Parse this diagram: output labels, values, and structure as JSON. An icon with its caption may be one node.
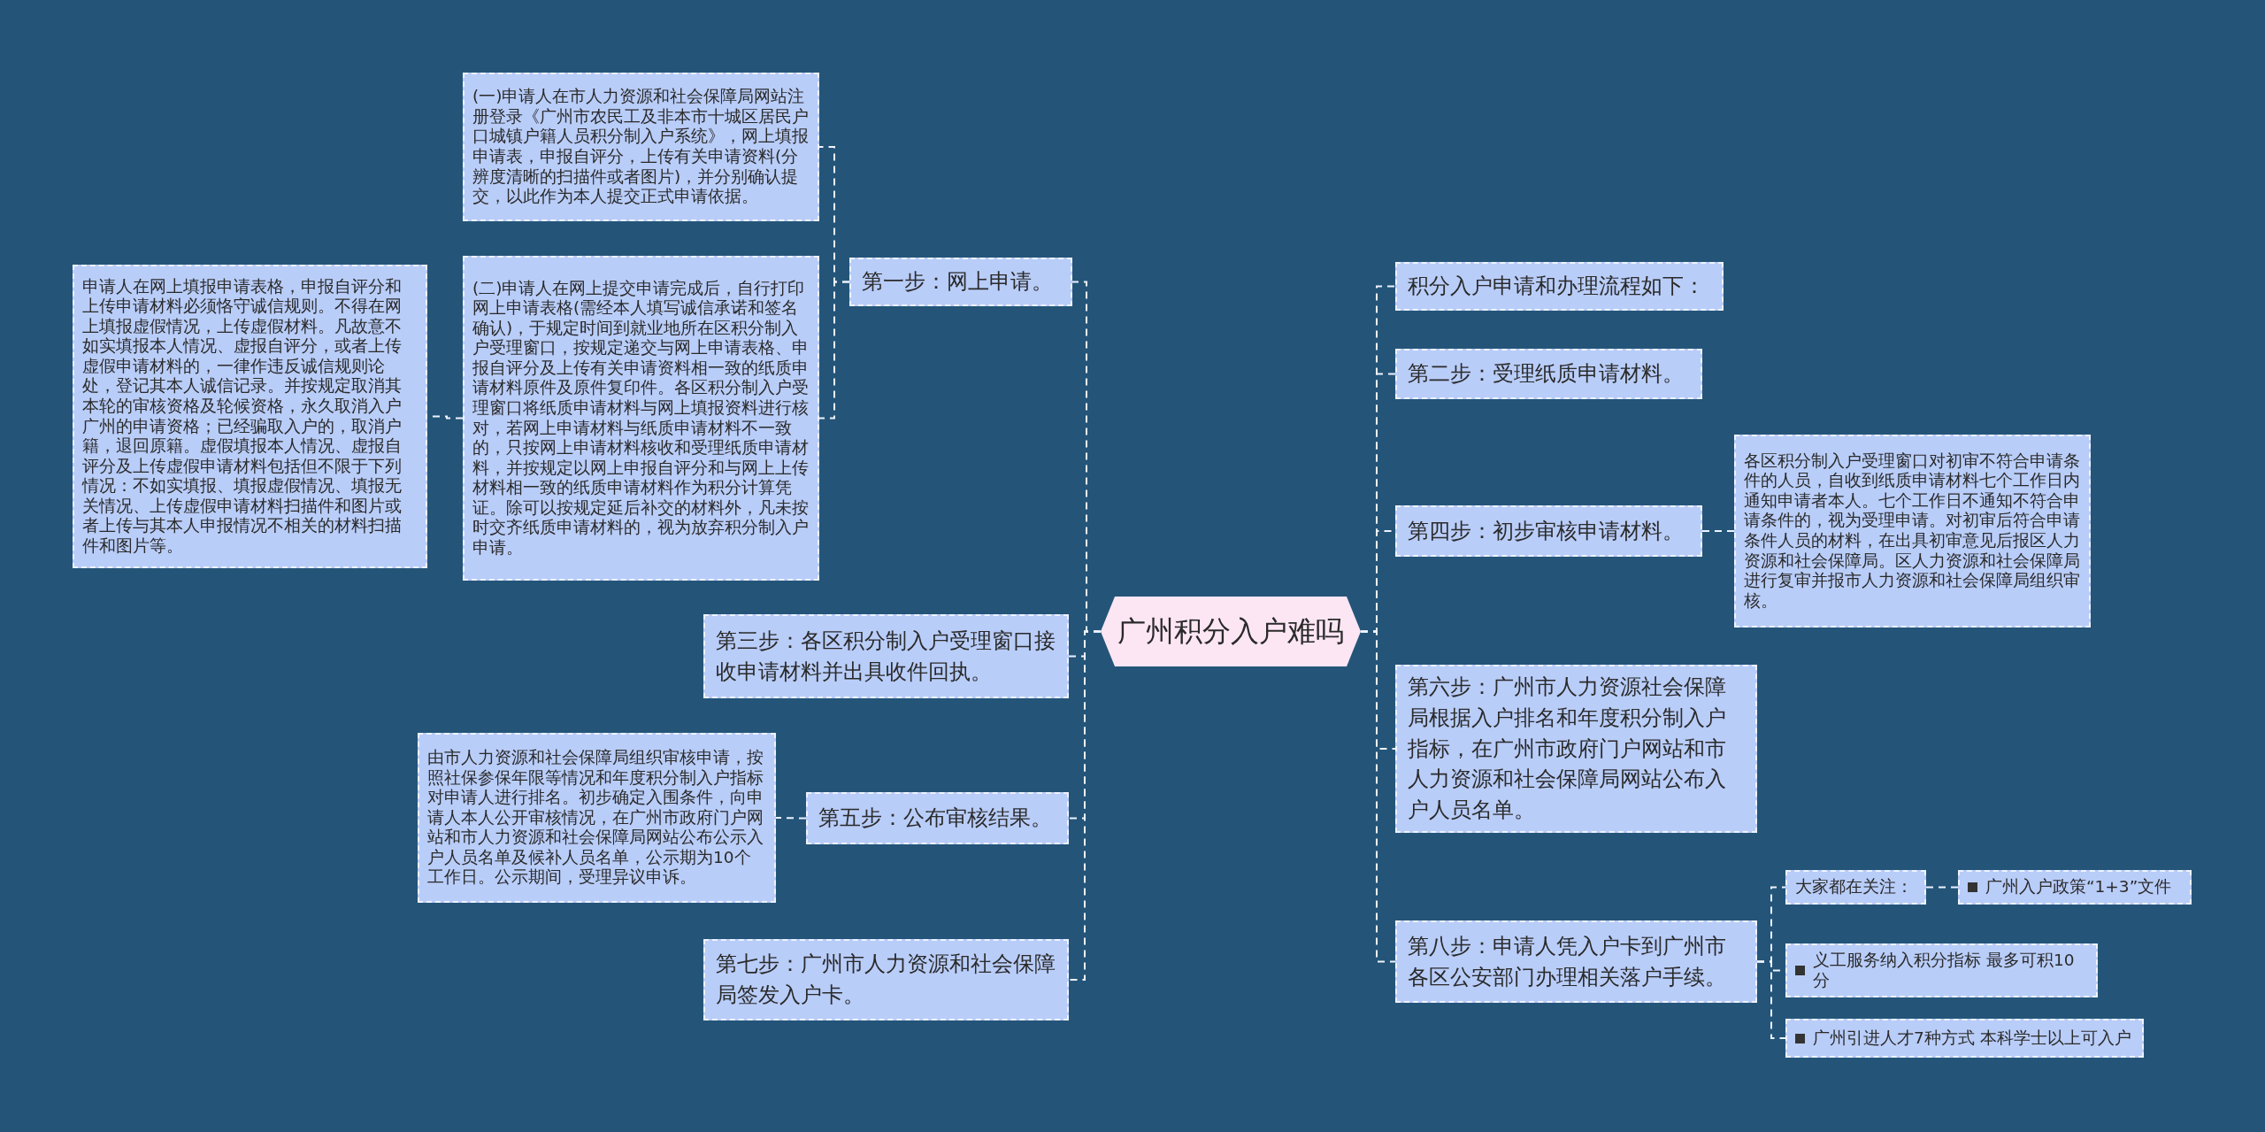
{
  "diagram": {
    "nodes": [
      {
        "text": [
          "广州积分入户难吗"
        ]
      },
      {
        "text": [
          "第一步：网上申请。"
        ]
      },
      {
        "text": [
          "(一)申请人在市人力资源和社会保障局网站注册登录《广州市农民工及非本市十城区居民户口城镇户籍人员积分制入户系统》，网上填报申请表，申报自评分，上传有关申请资料(分辨度清晰的扫描件或者图片)，并分别确认提交，以此作为本人提交正式申请依据。"
        ]
      },
      {
        "text": [
          "(二)申请人在网上提交申请完成后，自行打印网上申请表格(需经本人填写诚信承诺和签名确认)，于规定时间到就业地所在区积分制入户受理窗口，按规定递交与网上申请表格、申报自评分及上传有关申请资料相一致的纸质申请材料原件及原件复印件。各区积分制入户受理窗口将纸质申请材料与网上填报资料进行核对，若网上申请材料与纸质申请材料不一致的，只按网上申请材料核收和受理纸质申请材料，并按规定以网上申报自评分和与网上上传材料相一致的纸质申请材料作为积分计算凭证。除可以按规定延后补交的材料外，凡未按时交齐纸质申请材料的，视为放弃积分制入户申请。"
        ]
      },
      {
        "text": [
          "申请人在网上填报申请表格，申报自评分和上传申请材料必须恪守诚信规则。不得在网上填报虚假情况，上传虚假材料。凡故意不如实填报本人情况、虚报自评分，或者上传虚假申请材料的，一律作违反诚信规则论处，登记其本人诚信记录。并按规定取消其本轮的审核资格及轮候资格，永久取消入户广州的申请资格；已经骗取入户的，取消户籍，退回原籍。虚假填报本人情况、虚报自评分及上传虚假申请材料包括但不限于下列情况：不如实填报、填报虚假情况、填报无关情况、上传虚假申请材料扫描件和图片或者上传与其本人申报情况不相关的材料扫描件和图片等。"
        ]
      },
      {
        "text": [
          "第三步：各区积分制入户受理窗口接收申请材料并出具收件回执。"
        ]
      },
      {
        "text": [
          "第五步：公布审核结果。"
        ]
      },
      {
        "text": [
          "由市人力资源和社会保障局组织审核申请，按照社保参保年限等情况和年度积分制入户指标对申请人进行排名。初步确定入围条件，向申请人本人公开审核情况，在广州市政府门户网站和市人力资源和社会保障局网站公布公示入户人员名单及候补人员名单，公示期为10个工作日。公示期间，受理异议申诉。"
        ]
      },
      {
        "text": [
          "第七步：广州市人力资源和社会保障局签发入户卡。"
        ]
      },
      {
        "text": [
          "积分入户申请和办理流程如下："
        ]
      },
      {
        "text": [
          "第二步：受理纸质申请材料。"
        ]
      },
      {
        "text": [
          "第四步：初步审核申请材料。"
        ]
      },
      {
        "text": [
          "各区积分制入户受理窗口对初审不符合申请条件的人员，自收到纸质申请材料七个工作日内通知申请者本人。七个工作日不通知不符合申请条件的，视为受理申请。对初审后符合申请条件人员的材料，在出具初审意见后报区人力资源和社会保障局。区人力资源和社会保障局进行复审并报市人力资源和社会保障局组织审核。"
        ]
      },
      {
        "text": [
          "第六步：广州市人力资源社会保障局根据入户排名和年度积分制入户指标，在广州市政府门户网站和市人力资源和社会保障局网站公布入户人员名单。"
        ]
      },
      {
        "text": [
          "第八步：申请人凭入户卡到广州市各区公安部门办理相关落户手续。"
        ]
      },
      {
        "text": [
          "大家都在关注："
        ]
      },
      {
        "text": [
          "广州入户政策“1+3”文件"
        ]
      },
      {
        "text": [
          "义工服务纳入积分指标 最多可积10分"
        ]
      },
      {
        "text": [
          "广州引进人才7种方式 本科学士以上可入户"
        ]
      }
    ],
    "edges": [
      {
        "from": 0,
        "to": 1,
        "arrow": "none",
        "style": "dashed"
      },
      {
        "from": 1,
        "to": 2,
        "arrow": "none",
        "style": "dashed"
      },
      {
        "from": 1,
        "to": 3,
        "arrow": "none",
        "style": "dashed"
      },
      {
        "from": 3,
        "to": 4,
        "arrow": "none",
        "style": "dashed"
      },
      {
        "from": 0,
        "to": 5,
        "arrow": "none",
        "style": "dashed"
      },
      {
        "from": 0,
        "to": 6,
        "arrow": "none",
        "style": "dashed"
      },
      {
        "from": 6,
        "to": 7,
        "arrow": "none",
        "style": "dashed"
      },
      {
        "from": 0,
        "to": 8,
        "arrow": "none",
        "style": "dashed"
      },
      {
        "from": 0,
        "to": 9,
        "arrow": "none",
        "style": "dashed"
      },
      {
        "from": 0,
        "to": 10,
        "arrow": "none",
        "style": "dashed"
      },
      {
        "from": 0,
        "to": 11,
        "arrow": "none",
        "style": "dashed"
      },
      {
        "from": 11,
        "to": 12,
        "arrow": "none",
        "style": "dashed"
      },
      {
        "from": 0,
        "to": 13,
        "arrow": "none",
        "style": "dashed"
      },
      {
        "from": 0,
        "to": 14,
        "arrow": "none",
        "style": "dashed"
      },
      {
        "from": 14,
        "to": 15,
        "arrow": "none",
        "style": "dashed"
      },
      {
        "from": 15,
        "to": 16,
        "arrow": "none",
        "style": "dashed"
      },
      {
        "from": 14,
        "to": 17,
        "arrow": "none",
        "style": "dashed"
      },
      {
        "from": 14,
        "to": 18,
        "arrow": "none",
        "style": "dashed"
      }
    ]
  }
}
